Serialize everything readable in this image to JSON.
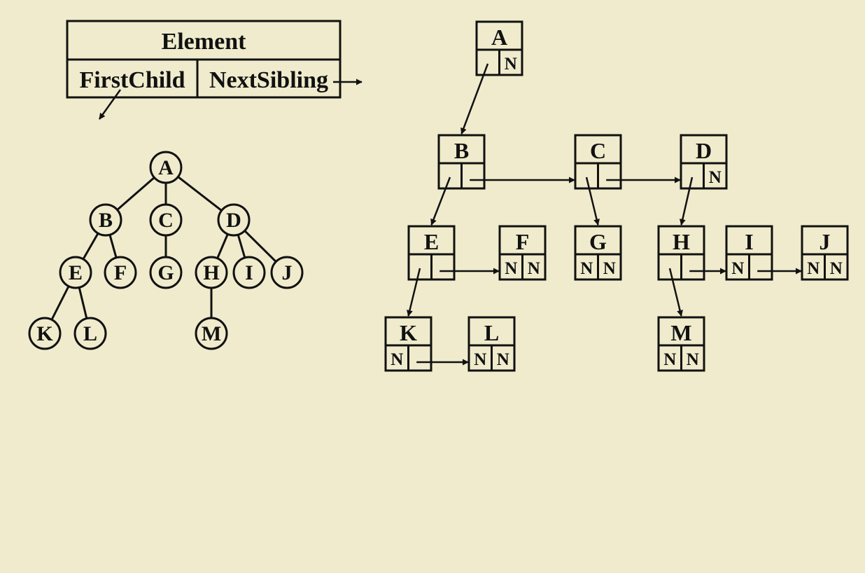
{
  "legend": {
    "title": "Element",
    "first_child": "FirstChild",
    "next_sibling": "NextSibling"
  },
  "tree": {
    "nodes": [
      {
        "id": "A",
        "label": "A"
      },
      {
        "id": "B",
        "label": "B"
      },
      {
        "id": "C",
        "label": "C"
      },
      {
        "id": "D",
        "label": "D"
      },
      {
        "id": "E",
        "label": "E"
      },
      {
        "id": "F",
        "label": "F"
      },
      {
        "id": "G",
        "label": "G"
      },
      {
        "id": "H",
        "label": "H"
      },
      {
        "id": "I",
        "label": "I"
      },
      {
        "id": "J",
        "label": "J"
      },
      {
        "id": "K",
        "label": "K"
      },
      {
        "id": "L",
        "label": "L"
      },
      {
        "id": "M",
        "label": "M"
      }
    ],
    "edges": [
      [
        "A",
        "B"
      ],
      [
        "A",
        "C"
      ],
      [
        "A",
        "D"
      ],
      [
        "B",
        "E"
      ],
      [
        "B",
        "F"
      ],
      [
        "C",
        "G"
      ],
      [
        "D",
        "H"
      ],
      [
        "D",
        "I"
      ],
      [
        "D",
        "J"
      ],
      [
        "E",
        "K"
      ],
      [
        "E",
        "L"
      ],
      [
        "H",
        "M"
      ]
    ]
  },
  "linked": {
    "null_symbol": "N",
    "nodes": [
      {
        "id": "A",
        "label": "A",
        "first_child": "B",
        "next_sibling": null
      },
      {
        "id": "B",
        "label": "B",
        "first_child": "E",
        "next_sibling": "C"
      },
      {
        "id": "C",
        "label": "C",
        "first_child": "G",
        "next_sibling": "D"
      },
      {
        "id": "D",
        "label": "D",
        "first_child": "H",
        "next_sibling": null
      },
      {
        "id": "E",
        "label": "E",
        "first_child": "K",
        "next_sibling": "F"
      },
      {
        "id": "F",
        "label": "F",
        "first_child": null,
        "next_sibling": null
      },
      {
        "id": "G",
        "label": "G",
        "first_child": null,
        "next_sibling": null
      },
      {
        "id": "H",
        "label": "H",
        "first_child": "M",
        "next_sibling": "I"
      },
      {
        "id": "I",
        "label": "I",
        "first_child": null,
        "next_sibling": "J"
      },
      {
        "id": "J",
        "label": "J",
        "first_child": null,
        "next_sibling": null
      },
      {
        "id": "K",
        "label": "K",
        "first_child": null,
        "next_sibling": "L"
      },
      {
        "id": "L",
        "label": "L",
        "first_child": null,
        "next_sibling": null
      },
      {
        "id": "M",
        "label": "M",
        "first_child": null,
        "next_sibling": null
      }
    ]
  },
  "colors": {
    "background": "#efebcc",
    "ink": "#111111"
  }
}
